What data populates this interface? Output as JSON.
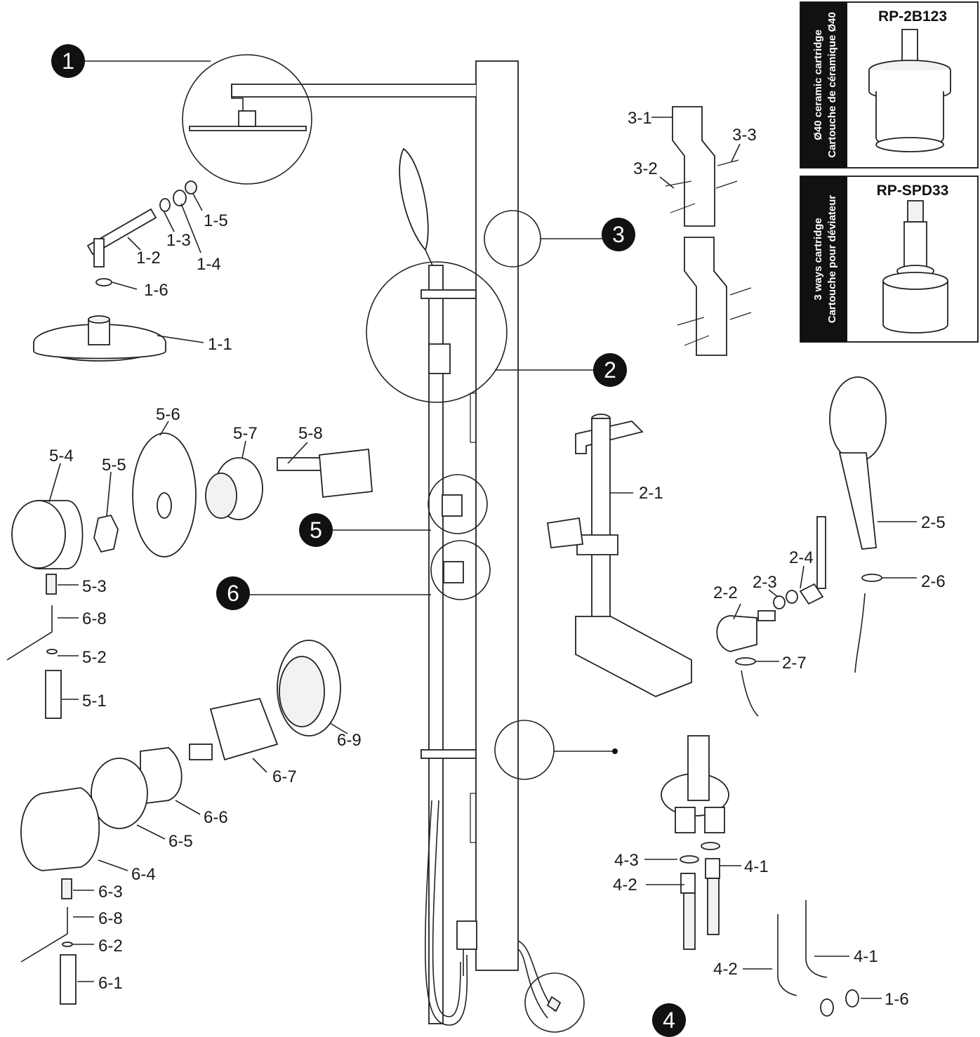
{
  "callouts": [
    "1",
    "2",
    "3",
    "4",
    "5",
    "6"
  ],
  "labels": {
    "l1_1": "1-1",
    "l1_2": "1-2",
    "l1_3": "1-3",
    "l1_4": "1-4",
    "l1_5": "1-5",
    "l1_6": "1-6",
    "l1_6b": "1-6",
    "l2_1": "2-1",
    "l2_2": "2-2",
    "l2_3": "2-3",
    "l2_4": "2-4",
    "l2_5": "2-5",
    "l2_6": "2-6",
    "l2_7": "2-7",
    "l3_1": "3-1",
    "l3_2": "3-2",
    "l3_3": "3-3",
    "l4_1": "4-1",
    "l4_1b": "4-1",
    "l4_2": "4-2",
    "l4_2b": "4-2",
    "l4_3": "4-3",
    "l5_1": "5-1",
    "l5_2": "5-2",
    "l5_3": "5-3",
    "l5_4": "5-4",
    "l5_5": "5-5",
    "l5_6": "5-6",
    "l5_7": "5-7",
    "l5_8": "5-8",
    "l6_1": "6-1",
    "l6_2": "6-2",
    "l6_3": "6-3",
    "l6_4": "6-4",
    "l6_5": "6-5",
    "l6_6": "6-6",
    "l6_7": "6-7",
    "l6_8": "6-8",
    "l6_8b": "6-8",
    "l6_9": "6-9"
  },
  "cartridges": [
    {
      "code": "RP-2B123",
      "line1": "Ø40 ceramic cartridge",
      "line2": "Cartouche de céramique Ø40"
    },
    {
      "code": "RP-SPD33",
      "line1": "3 ways cartridge",
      "line2": "Cartouche pour déviateur"
    }
  ]
}
